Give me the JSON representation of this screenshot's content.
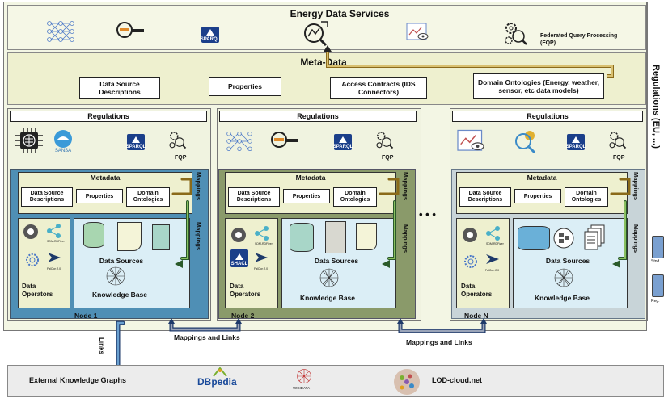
{
  "energy_data_services": {
    "title": "Energy Data Services",
    "fqp_label": "Federated Query Processing (FQP)",
    "icons": [
      "neural-network-icon",
      "search-data-icon",
      "sparql-icon",
      "analytics-icon",
      "dashboard-icon",
      "gear-search-icon"
    ]
  },
  "meta_data": {
    "title": "Meta-Data",
    "items": [
      "Data Source Descriptions",
      "Properties",
      "Access Contracts (IDS Connectors)",
      "Domain Ontologies (Energy, weather, sensor, etc data models)"
    ]
  },
  "regulations_side": "Regulations (EU, ...)",
  "side_cards": [
    "Stnd.",
    "Reg."
  ],
  "nodes": [
    {
      "name": "Node 1",
      "regulations": "Regulations",
      "fqp": "FQP",
      "metadata": "Metadata",
      "mappings": "Mappings",
      "meta_items": [
        "Data Source Descriptions",
        "Properties",
        "Domain Ontologies"
      ],
      "data_operators": "Data Operators",
      "data_sources": "Data Sources",
      "knowledge_base": "Knowledge Base",
      "tool_labels": [
        "SDM-RDFizer",
        "FalCon 2.0"
      ],
      "sansa": "SANSA"
    },
    {
      "name": "Node 2",
      "regulations": "Regulations",
      "fqp": "FQP",
      "metadata": "Metadata",
      "mappings": "Mappings",
      "meta_items": [
        "Data Source Descriptions",
        "Properties",
        "Domain Ontologies"
      ],
      "data_operators": "Data Operators",
      "data_sources": "Data Sources",
      "knowledge_base": "Knowledge Base",
      "tool_labels": [
        "SDM-RDFizer",
        "FalCon 2.0",
        "SHACL"
      ]
    },
    {
      "name": "Node N",
      "regulations": "Regulations",
      "fqp": "FQP",
      "metadata": "Metadata",
      "mappings": "Mappings",
      "meta_items": [
        "Data Source Descriptions",
        "Properties",
        "Domain Ontologies"
      ],
      "data_operators": "Data Operators",
      "data_sources": "Data Sources",
      "knowledge_base": "Knowledge Base",
      "tool_labels": [
        "SDM-RDFizer",
        "FalCon 2.0"
      ]
    }
  ],
  "ellipsis": "• • •",
  "links_label": "Links",
  "mappings_and_links": [
    "Mappings and Links",
    "Mappings and Links"
  ],
  "external": {
    "title": "External Knowledge Graphs",
    "dbpedia": "DBpedia",
    "wikidata": "WIKIDATA",
    "lod": "LOD-cloud.net"
  },
  "colors": {
    "outer": "#f0f4e0",
    "metadata_bar": "#eef0cf",
    "node1": "#4f8fb5",
    "node2": "#8a9a6a",
    "noden": "#c8d4d8",
    "services": "#f4f6e3",
    "bottom": "#ececec"
  }
}
